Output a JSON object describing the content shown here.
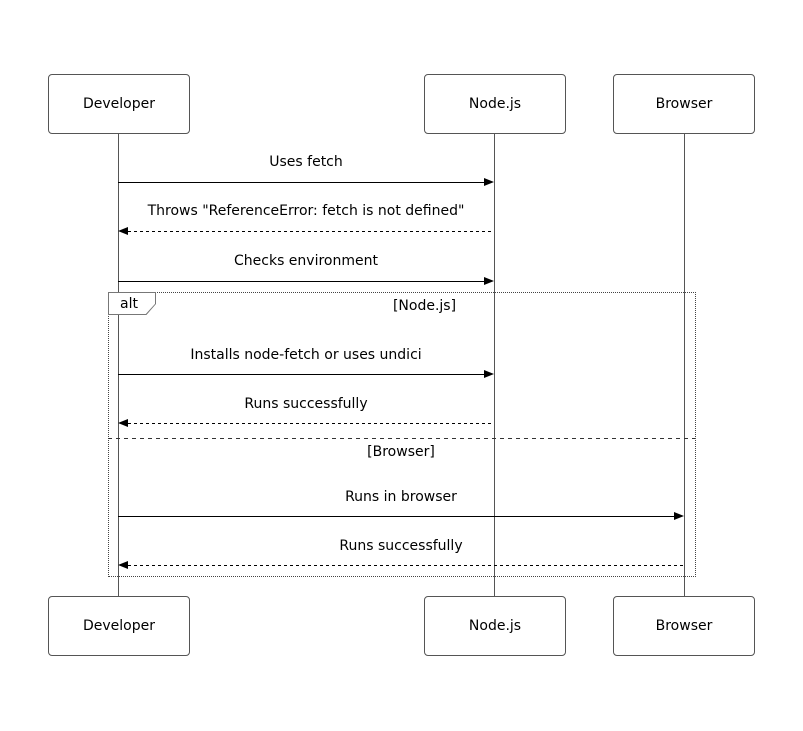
{
  "diagram": {
    "type": "uml-sequence-diagram",
    "actors": [
      {
        "name": "Developer"
      },
      {
        "name": "Node.js"
      },
      {
        "name": "Browser"
      }
    ],
    "messages": [
      {
        "label": "Uses fetch",
        "from": "Developer",
        "to": "Node.js",
        "line": "solid"
      },
      {
        "label": "Throws \"ReferenceError: fetch is not defined\"",
        "from": "Node.js",
        "to": "Developer",
        "line": "dashed"
      },
      {
        "label": "Checks environment",
        "from": "Developer",
        "to": "Node.js",
        "line": "solid"
      },
      {
        "label": "Installs node-fetch or uses undici",
        "from": "Developer",
        "to": "Node.js",
        "line": "solid"
      },
      {
        "label": "Runs successfully",
        "from": "Node.js",
        "to": "Developer",
        "line": "dashed"
      },
      {
        "label": "Runs in browser",
        "from": "Developer",
        "to": "Browser",
        "line": "solid"
      },
      {
        "label": "Runs successfully",
        "from": "Browser",
        "to": "Developer",
        "line": "dashed"
      }
    ],
    "alt_frame": {
      "operator": "alt",
      "guards": [
        "[Node.js]",
        "[Browser]"
      ]
    },
    "colors": {
      "background": "#ffffff",
      "box_border": "#555555",
      "lifeline": "#555555",
      "arrow": "#000000",
      "text": "#000000",
      "frame_border": "#444444"
    }
  }
}
